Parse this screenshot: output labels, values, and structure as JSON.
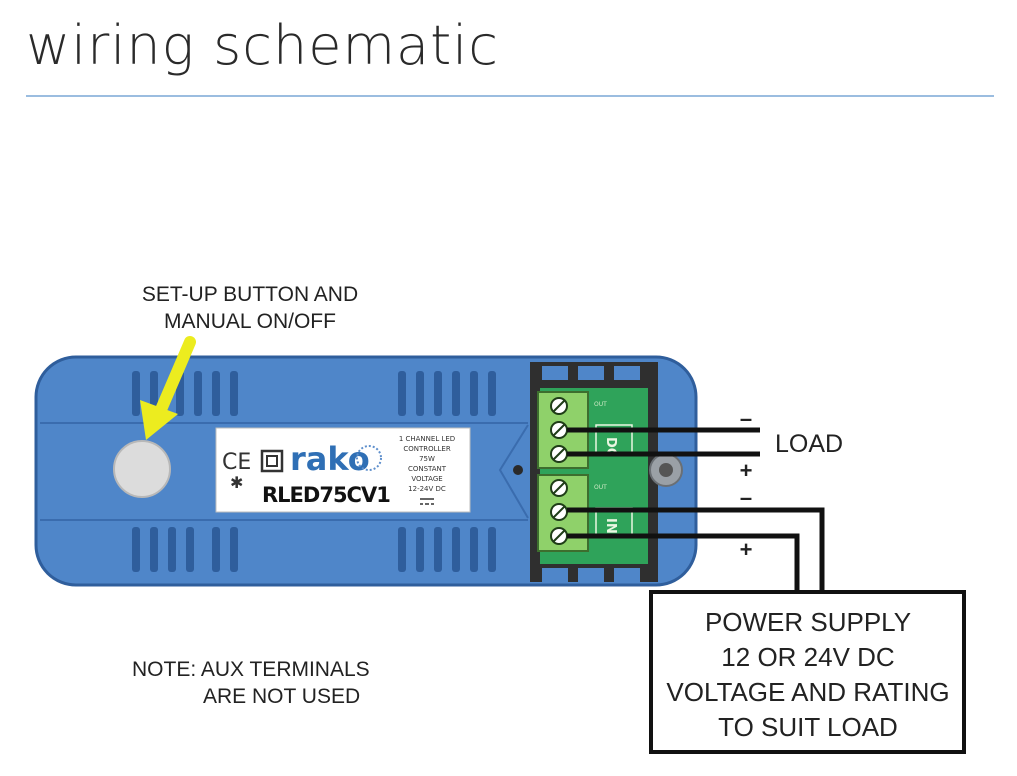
{
  "title": "wiring schematic",
  "callouts": {
    "setup_line1": "SET-UP BUTTON AND",
    "setup_line2": "MANUAL ON/OFF",
    "note_line1": "NOTE: AUX TERMINALS",
    "note_line2": "ARE NOT USED",
    "load": "LOAD"
  },
  "power_supply": {
    "lines": [
      "POWER SUPPLY",
      "12 OR 24V DC",
      "VOLTAGE AND RATING",
      "TO SUIT LOAD"
    ]
  },
  "polarity": {
    "load_minus": "–",
    "load_plus": "+",
    "supply_minus": "–",
    "supply_plus": "+"
  },
  "device_label": {
    "brand": "rako",
    "marks": "CE",
    "model": "RLED75CV1",
    "spec_lines": [
      "1 CHANNEL LED",
      "CONTROLLER",
      "75W",
      "CONSTANT",
      "VOLTAGE",
      "12-24V DC"
    ]
  },
  "terminals": {
    "top_label": "DC",
    "bottom_label": "IN",
    "top_tag": "OUT",
    "bottom_tag": "OUT"
  },
  "colors": {
    "device_body": "#4f86c9",
    "device_edge": "#2f5e9c",
    "terminal_green": "#8fd16a",
    "pcb_green": "#2fa35a",
    "arrow_yellow": "#ecec1f",
    "accent_rule": "#9bbde0"
  }
}
